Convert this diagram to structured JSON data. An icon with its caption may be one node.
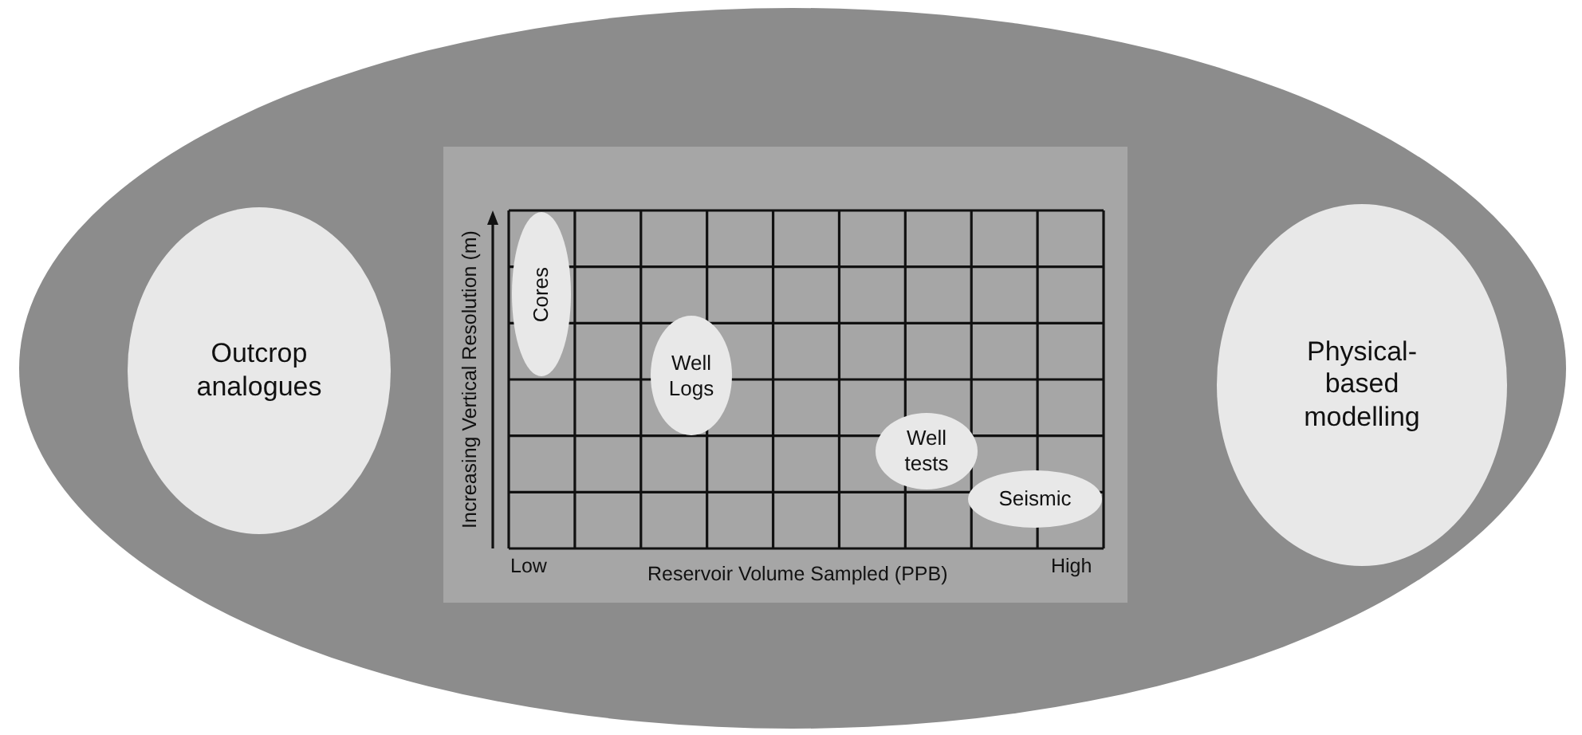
{
  "diagram": {
    "nodes": [
      {
        "text": [],
        "shape": "ellipse"
      },
      {
        "text": [
          "Outcrop analogues"
        ],
        "in": 0
      },
      {
        "text": [],
        "shape": "box",
        "in": 0
      },
      {
        "text": [
          "Cores"
        ],
        "in": 2
      },
      {
        "text": [
          "Well Logs"
        ],
        "in": 2
      },
      {
        "text": [
          "Well tests"
        ],
        "in": 2
      },
      {
        "text": [
          "Seismic"
        ],
        "in": 2
      },
      {
        "text": [
          "Physical-based modelling"
        ],
        "in": 0
      }
    ],
    "labels": [
      "Increasing Vertical Resolution (m)",
      "Low",
      "Reservoir Volume Sampled (PPB)",
      "High"
    ]
  }
}
